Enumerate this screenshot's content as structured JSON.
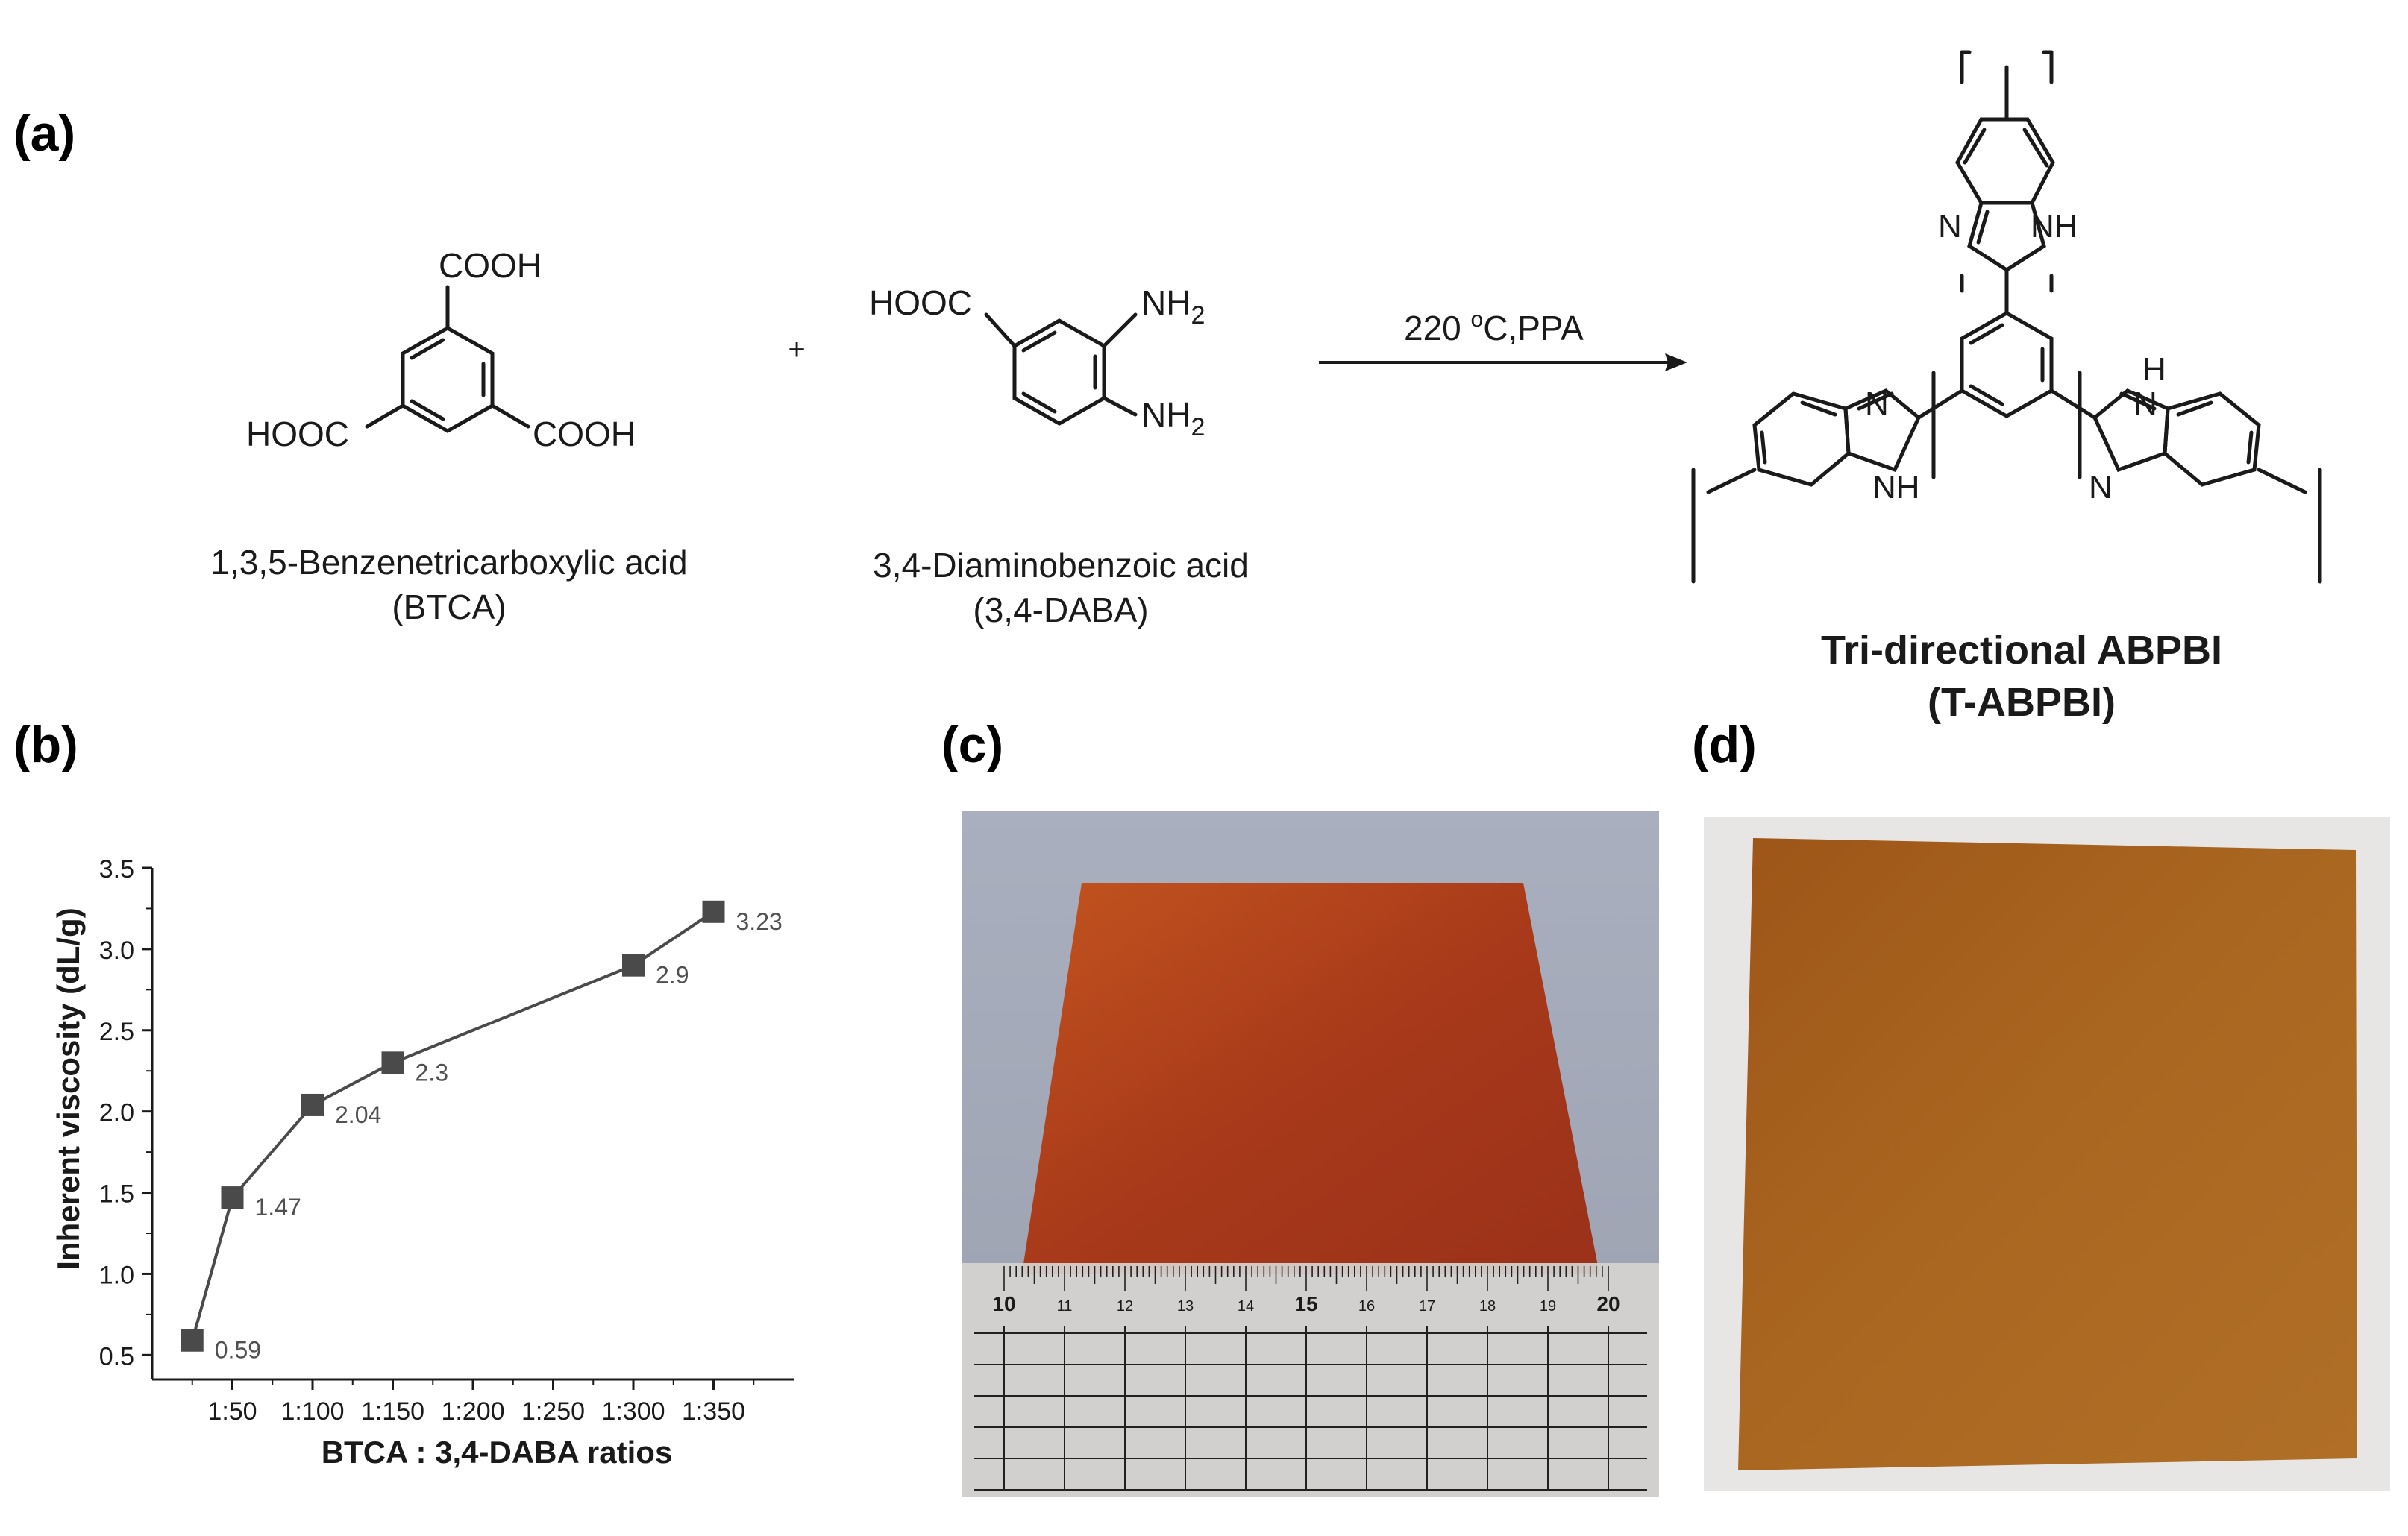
{
  "panels": {
    "a": "(a)",
    "b": "(b)",
    "c": "(c)",
    "d": "(d)"
  },
  "scheme": {
    "reactant1": {
      "name": "1,3,5-Benzenetricarboxylic acid",
      "abbr": "(BTCA)",
      "top_group": "COOH",
      "left_group": "HOOC",
      "right_group": "COOH"
    },
    "plus": "+",
    "reactant2": {
      "name": "3,4-Diaminobenzoic acid",
      "abbr": "(3,4-DABA)",
      "acid_group": "HOOC",
      "amine_top": "NH",
      "amine_bottom": "NH",
      "subscript": "2"
    },
    "conditions": {
      "temp": "220",
      "degree": "o",
      "rest": "C,PPA"
    },
    "product": {
      "name": "Tri-directional ABPBI",
      "abbr": "(T-ABPBI)",
      "atom_n": "N",
      "atom_nh": "NH",
      "atom_h": "H"
    }
  },
  "chart_data": {
    "type": "line",
    "title": "",
    "xlabel": "BTCA : 3,4-DABA ratios",
    "ylabel": "Inherent viscosity (dL/g)",
    "x_tick_labels": [
      "1:50",
      "1:100",
      "1:150",
      "1:200",
      "1:250",
      "1:300",
      "1:350"
    ],
    "x_ticks": [
      50,
      100,
      150,
      200,
      250,
      300,
      350
    ],
    "y_tick_labels": [
      "0.5",
      "1.0",
      "1.5",
      "2.0",
      "2.5",
      "3.0",
      "3.5"
    ],
    "y_ticks": [
      0.5,
      1.0,
      1.5,
      2.0,
      2.5,
      3.0,
      3.5
    ],
    "xlim": [
      0,
      400
    ],
    "ylim": [
      0.35,
      3.5
    ],
    "grid": false,
    "series": [
      {
        "x": [
          25,
          50,
          100,
          150,
          300,
          350
        ],
        "y": [
          0.59,
          1.47,
          2.04,
          2.3,
          2.9,
          3.23
        ],
        "labels": [
          "0.59",
          "1.47",
          "2.04",
          "2.3",
          "2.9",
          "3.23"
        ],
        "marker": "square",
        "color": "#4a4a4a"
      }
    ]
  },
  "photo_c": {
    "ruler_numbers": [
      "10",
      "11",
      "12",
      "13",
      "14",
      "15",
      "16",
      "17",
      "18",
      "19",
      "20"
    ],
    "film_color": "#b8481c",
    "background_color": "#a3aab9"
  },
  "photo_d": {
    "film_color": "#a8641f",
    "background_color": "#e9e7e6"
  }
}
